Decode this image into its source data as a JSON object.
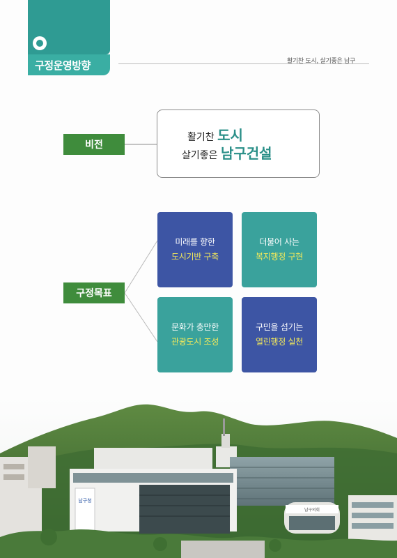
{
  "header": {
    "section_title": "구정운영방향",
    "tagline": "활기찬 도시, 살기좋은 남구"
  },
  "vision": {
    "label": "비전",
    "line1_prefix": "활기찬 ",
    "line1_highlight": "도시",
    "line2_prefix": "살기좋은 ",
    "line2_highlight": "남구건설"
  },
  "goals": {
    "label": "구정목표",
    "items": [
      {
        "line1": "미래를 향한",
        "line2": "도시기반 구축"
      },
      {
        "line1": "더불어 사는",
        "line2": "복지행정 구현"
      },
      {
        "line1": "문화가 충만한",
        "line2": "관광도시 조성"
      },
      {
        "line1": "구민을 섬기는",
        "line2": "열린행정 실천"
      }
    ]
  },
  "photo": {
    "building_sign_main": "남구청",
    "building_sign_council": "남구의회"
  },
  "colors": {
    "teal": "#2f9b93",
    "green_label": "#3f8c3c",
    "goal_blue": "#3d55a4",
    "goal_teal": "#3aa29c",
    "goal_highlight": "#f3e95a"
  }
}
